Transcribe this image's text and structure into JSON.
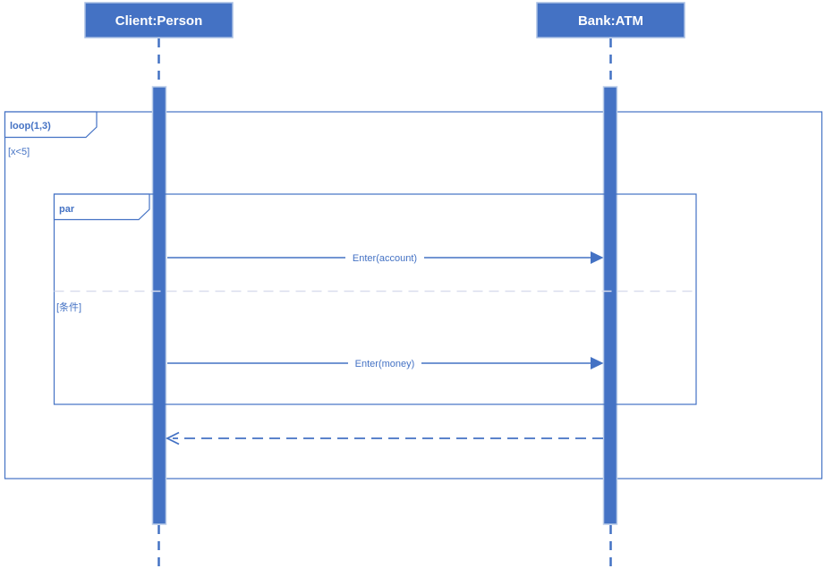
{
  "diagram": {
    "kind": "uml-sequence-diagram",
    "actors": [
      {
        "id": "client",
        "label": "Client:Person"
      },
      {
        "id": "bank",
        "label": "Bank:ATM"
      }
    ],
    "fragments": [
      {
        "id": "loop",
        "operator": "loop(1,3)",
        "guard": "[x<5]"
      },
      {
        "id": "par",
        "operator": "par",
        "guard": "[条件]"
      }
    ],
    "messages": [
      {
        "id": "enter-account",
        "label": "Enter(account)",
        "from": "client",
        "to": "bank",
        "style": "solid"
      },
      {
        "id": "enter-money",
        "label": "Enter(money)",
        "from": "client",
        "to": "bank",
        "style": "solid"
      },
      {
        "id": "return",
        "label": "",
        "from": "bank",
        "to": "client",
        "style": "dashed-return"
      }
    ],
    "colors": {
      "shape_fill": "#4472C4",
      "shape_border": "#A9BFE4",
      "activation_border": "#B9CCE8",
      "line": "#4472C4",
      "divider": "#D9DDEE",
      "text_on_fill": "#FFFFFF",
      "label_text": "#4472C4",
      "background": "#FFFFFF"
    }
  }
}
